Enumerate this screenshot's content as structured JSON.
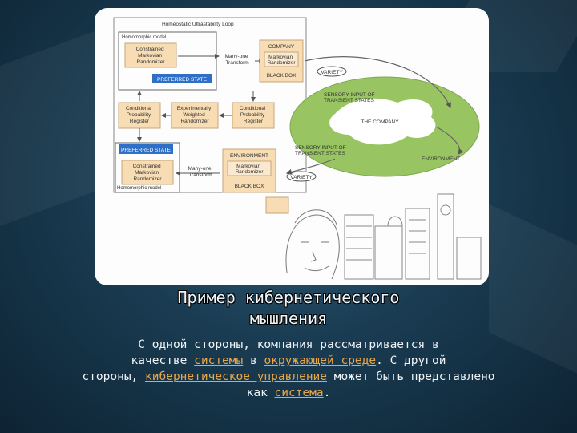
{
  "diagram": {
    "loop_label": "Homeostatic Ultrastability Loop",
    "hm_top": "Homomorphic model",
    "hm_bottom": "Homomorphic model",
    "constrained_1": [
      "Constrained",
      "Markovian",
      "Randomizer"
    ],
    "constrained_2": [
      "Constrained",
      "Markovian",
      "Randomizer"
    ],
    "preferred_1": "PREFERRED STATE",
    "preferred_2": "PREFERRED STATE",
    "many_one_1": [
      "Many-one",
      "Transform"
    ],
    "many_one_2": [
      "Many-one",
      "Transform"
    ],
    "company": "COMPANY",
    "environment": "ENVIRONMENT",
    "markovian_1": [
      "Markovian",
      "Randomizer"
    ],
    "markovian_2": [
      "Markovian",
      "Randomizer"
    ],
    "black_box_1": "BLACK BOX",
    "black_box_2": "BLACK BOX",
    "cond_left": [
      "Conditional",
      "Probability",
      "Register"
    ],
    "experimental": [
      "Experimentally",
      "Weighted",
      "Randomizer"
    ],
    "cond_right": [
      "Conditional",
      "Probability",
      "Register"
    ],
    "variety_1": "VARIETY",
    "variety_2": "VARIETY",
    "sensory_1": [
      "SENSORY INPUT OF",
      "TRANSIENT STATES"
    ],
    "sensory_2": [
      "SENSORY INPUT OF",
      "TRANSIENT STATES"
    ],
    "the_company": "THE COMPANY",
    "env_oval": "ENVIRONMENT"
  },
  "title_lines": [
    "Пример кибернетического",
    "мышления"
  ],
  "description": {
    "line1": "С одной стороны, компания рассматривается в",
    "line2_a": "качестве ",
    "link_system_1": "системы",
    "line2_b": " в ",
    "link_environment": "окружающей среде",
    "line2_c": ". С другой",
    "line3_a": "стороны, ",
    "link_cybernetic": "кибернетическое управление",
    "line3_b": " может быть представлено",
    "line4_a": "как ",
    "link_system_2": "система",
    "line4_b": "."
  },
  "colors": {
    "box_fill": "#f7dcb4",
    "box_border": "#c9a679",
    "preferred": "#2f6fc6",
    "oval": "#99c462",
    "link": "#e8a64a"
  }
}
